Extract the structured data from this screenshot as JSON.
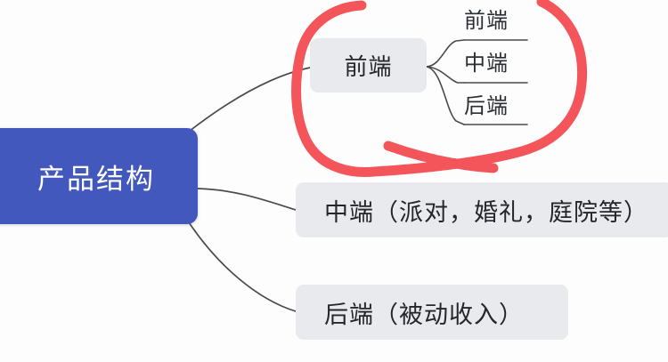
{
  "diagram": {
    "type": "mindmap",
    "root": {
      "label": "产品结构",
      "color": "#4258bd",
      "text_color": "#ffffff"
    },
    "branches": [
      {
        "id": "front",
        "label": "前端",
        "box_color": "#e9eaee",
        "children": [
          {
            "id": "front-front",
            "label": "前端"
          },
          {
            "id": "front-mid",
            "label": "中端"
          },
          {
            "id": "front-back",
            "label": "后端"
          }
        ]
      },
      {
        "id": "mid",
        "label": "中端（派对，婚礼，庭院等）",
        "box_color": "#e9eaee",
        "children": []
      },
      {
        "id": "back",
        "label": "后端（被动收入）",
        "box_color": "#e9eaee",
        "children": []
      }
    ],
    "annotation": {
      "kind": "hand-drawn-circle",
      "color": "#f4555a",
      "encircles": "前端 branch and its three children"
    },
    "connector_color": "#4a4a4a"
  }
}
